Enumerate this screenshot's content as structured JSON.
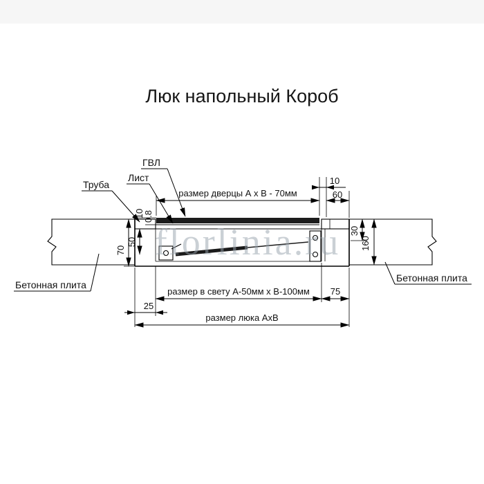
{
  "page": {
    "title": "Люк напольный Короб",
    "watermark": "florlinia.ru"
  },
  "labels": {
    "gvl": "ГВЛ",
    "sheet": "Лист",
    "tube": "Труба",
    "concrete_left": "Бетонная плита",
    "concrete_right": "Бетонная плита"
  },
  "dimensions": {
    "door": "размер дверцы А х В - 70мм",
    "gap_top": "10",
    "frame_top": "60",
    "gvl_thickness": "10",
    "sheet_thickness": "0.8",
    "inner_depth": "50",
    "box_depth": "70",
    "right_30": "30",
    "right_160": "160",
    "clear": "размер в свету А-50мм х В-100мм",
    "right_75": "75",
    "left_25": "25",
    "hatch": "размер люка АхВ"
  },
  "colors": {
    "line": "#000000",
    "lid": "#1c1c1c",
    "watermark": "#97a2ac",
    "background": "#ffffff"
  }
}
